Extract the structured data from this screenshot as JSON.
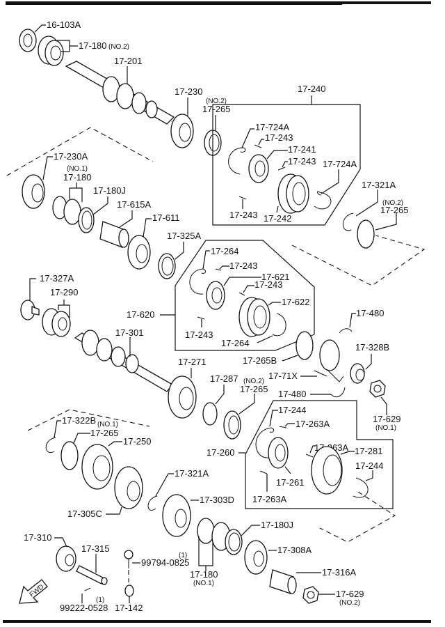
{
  "diagram": {
    "title": "Manual transmission gear train exploded parts diagram",
    "fwd_arrow": "FWD",
    "groups": {
      "g17_240": "17-240",
      "g17_620": "17-620",
      "g17_260": "17-260"
    },
    "labels": {
      "p16_103A": "16-103A",
      "p17_180_no2": "17-180",
      "p17_180_no2_sub": "(NO.2)",
      "p17_201": "17-201",
      "p17_230": "17-230",
      "p17_265_top": "17-265",
      "p17_265_top_sub": "(NO.2)",
      "p17_724A_a": "17-724A",
      "p17_243_a": "17-243",
      "p17_241": "17-241",
      "p17_243_b": "17-243",
      "p17_724A_b": "17-724A",
      "p17_243_c": "17-243",
      "p17_242": "17-242",
      "p17_321A_right": "17-321A",
      "p17_265_right": "17-265",
      "p17_265_right_sub": "(NO.2)",
      "p17_230A": "17-230A",
      "p17_180_no1": "17-180",
      "p17_180_no1_sub": "(NO.1)",
      "p17_180J": "17-180J",
      "p17_615A": "17-615A",
      "p17_611": "17-611",
      "p17_325A": "17-325A",
      "p17_264_a": "17-264",
      "p17_243_d": "17-243",
      "p17_621": "17-621",
      "p17_243_e": "17-243",
      "p17_622": "17-622",
      "p17_243_f": "17-243",
      "p17_264_b": "17-264",
      "p17_327A": "17-327A",
      "p17_290": "17-290",
      "p17_301": "17-301",
      "p17_480_a": "17-480",
      "p17_328B": "17-328B",
      "p17_265B": "17-265B",
      "p17_71X": "17-71X",
      "p17_480_b": "17-480",
      "p17_629_no1": "17-629",
      "p17_629_no1_sub": "(NO.1)",
      "p17_271": "17-271",
      "p17_287": "17-287",
      "p17_265_mid": "17-265",
      "p17_265_mid_sub": "(NO.2)",
      "p17_244_a": "17-244",
      "p17_263A_a": "17-263A",
      "p17_263A_b": "17-263A",
      "p17_281": "17-281",
      "p17_244_b": "17-244",
      "p17_261": "17-261",
      "p17_263A_c": "17-263A",
      "p17_322B": "17-322B",
      "p17_265_low": "17-265",
      "p17_265_low_sub": "(NO.1)",
      "p17_250": "17-250",
      "p17_321A_low": "17-321A",
      "p17_305C": "17-305C",
      "p17_303D": "17-303D",
      "p17_180J_low": "17-180J",
      "p17_310": "17-310",
      "p17_315": "17-315",
      "p99794": "99794-0825",
      "p99794_qty": "(1)",
      "p17_180_low": "17-180",
      "p17_180_low_sub": "(NO.1)",
      "p17_308A": "17-308A",
      "p17_316A": "17-316A",
      "p17_629_no2": "17-629",
      "p17_629_no2_sub": "(NO.2)",
      "p99222": "99222-0528",
      "p99222_qty": "(1)",
      "p17_142": "17-142"
    }
  }
}
